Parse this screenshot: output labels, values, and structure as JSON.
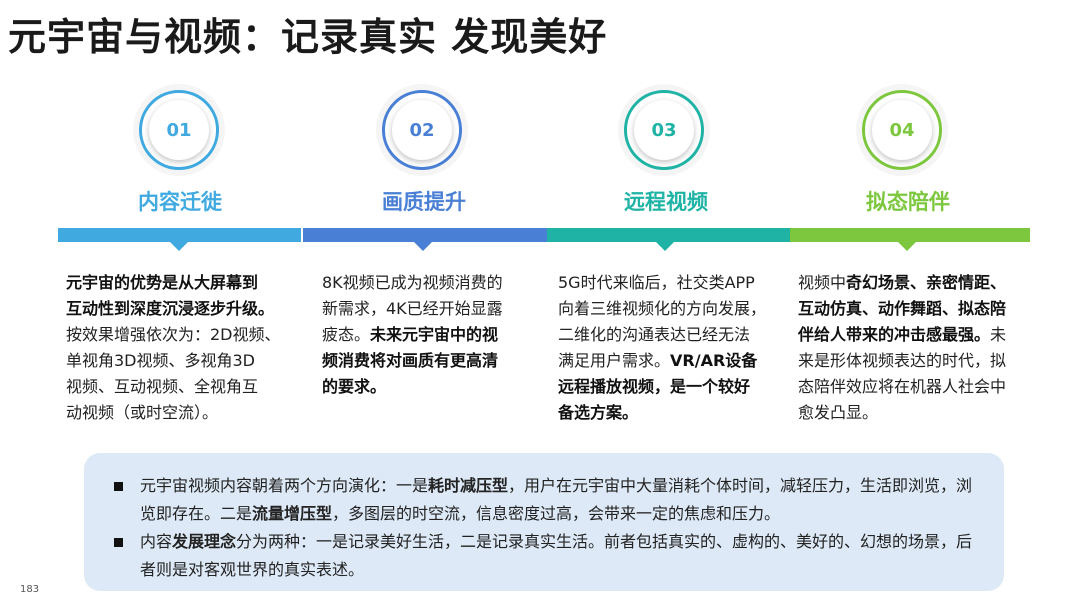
{
  "title": "元宇宙与视频：记录真实 发现美好",
  "page_number": "183",
  "colors": {
    "col1": "#3fa9e0",
    "col2": "#4a7fd6",
    "col3": "#1fb3a5",
    "col4": "#7cc73e"
  },
  "columns": [
    {
      "number": "01",
      "heading": "内容迁徙",
      "lines": [
        [
          {
            "t": "元宇宙的优势是从大屏幕到",
            "b": true
          }
        ],
        [
          {
            "t": "互动性到深度沉浸逐步升级。",
            "b": true
          }
        ],
        [
          {
            "t": "按效果增强依次为：2D视频、",
            "b": false
          }
        ],
        [
          {
            "t": "单视角3D视频、多视角3D",
            "b": false
          }
        ],
        [
          {
            "t": "视频、互动视频、全视角互",
            "b": false
          }
        ],
        [
          {
            "t": "动视频（或时空流）。",
            "b": false
          }
        ]
      ]
    },
    {
      "number": "02",
      "heading": "画质提升",
      "lines": [
        [
          {
            "t": "8K视频已成为视频消费的",
            "b": false
          }
        ],
        [
          {
            "t": "新需求，4K已经开始显露",
            "b": false
          }
        ],
        [
          {
            "t": "疲态。",
            "b": false
          },
          {
            "t": "未来元宇宙中的视",
            "b": true
          }
        ],
        [
          {
            "t": "频消费将对画质有更高清",
            "b": true
          }
        ],
        [
          {
            "t": "的要求。",
            "b": true
          }
        ]
      ]
    },
    {
      "number": "03",
      "heading": "远程视频",
      "lines": [
        [
          {
            "t": "5G时代来临后，社交类APP",
            "b": false
          }
        ],
        [
          {
            "t": "向着三维视频化的方向发展，",
            "b": false
          }
        ],
        [
          {
            "t": "二维化的沟通表达已经无法",
            "b": false
          }
        ],
        [
          {
            "t": "满足用户需求。",
            "b": false
          },
          {
            "t": "VR/AR设备",
            "b": true
          }
        ],
        [
          {
            "t": "远程播放视频，是一个较好",
            "b": true
          }
        ],
        [
          {
            "t": "备选方案。",
            "b": true
          }
        ]
      ]
    },
    {
      "number": "04",
      "heading": "拟态陪伴",
      "lines": [
        [
          {
            "t": "视频中",
            "b": false
          },
          {
            "t": "奇幻场景、亲密情距、",
            "b": true
          }
        ],
        [
          {
            "t": "互动仿真、动作舞蹈、拟态陪",
            "b": true
          }
        ],
        [
          {
            "t": "伴给人带来的冲击感最强。",
            "b": true
          },
          {
            "t": "未",
            "b": false
          }
        ],
        [
          {
            "t": "来是形体视频表达的时代，拟",
            "b": false
          }
        ],
        [
          {
            "t": "态陪伴效应将在机器人社会中",
            "b": false
          }
        ],
        [
          {
            "t": "愈发凸显。",
            "b": false
          }
        ]
      ]
    }
  ],
  "summary": {
    "bullets": [
      [
        {
          "t": "元宇宙视频内容朝着两个方向演化：一是",
          "b": false
        },
        {
          "t": "耗时减压型",
          "b": true
        },
        {
          "t": "，用户在元宇宙中大量消耗个体时间，减轻压力，生活即浏览，浏览即存在。二是",
          "b": false
        },
        {
          "t": "流量增压型",
          "b": true
        },
        {
          "t": "，多图层的时空流，信息密度过高，会带来一定的焦虑和压力。",
          "b": false
        }
      ],
      [
        {
          "t": "内容",
          "b": false
        },
        {
          "t": "发展理念",
          "b": true
        },
        {
          "t": "分为两种：一是记录美好生活，二是记录真实生活。前者包括真实的、虚构的、美好的、幻想的场景，后者则是对客观世界的真实表述。",
          "b": false
        }
      ]
    ]
  }
}
